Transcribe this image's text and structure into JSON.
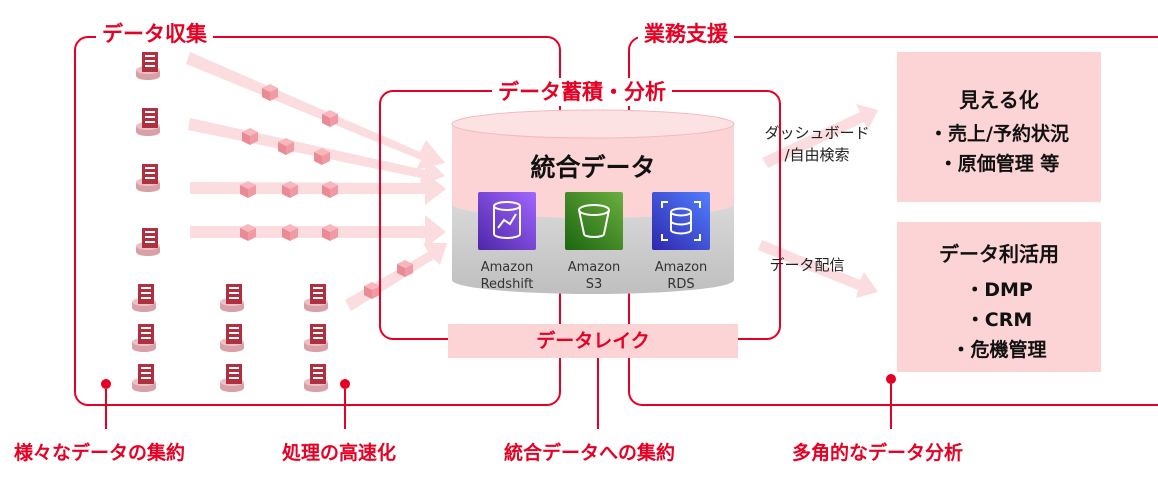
{
  "sections": {
    "collect": "データ収集",
    "store": "データ蓄積・分析",
    "support": "業務支援"
  },
  "cylinder": {
    "title": "統合データ",
    "services": [
      {
        "line1": "Amazon",
        "line2": "Redshift",
        "color": "#8c4fff"
      },
      {
        "line1": "Amazon",
        "line2": "S3",
        "color": "#3f8624"
      },
      {
        "line1": "Amazon",
        "line2": "RDS",
        "color": "#3b48cc"
      }
    ]
  },
  "lake": "データレイク",
  "flows": {
    "dashboard_1": "ダッシュボード",
    "dashboard_2": "/自由検索",
    "distribution": "データ配信"
  },
  "visualize": {
    "title": "見える化",
    "items": [
      "・売上/予約状況",
      "・原価管理 等"
    ]
  },
  "utilize": {
    "title": "データ利活用",
    "items": [
      "・DMP",
      "・CRM",
      "・危機管理"
    ]
  },
  "benefits": [
    "様々なデータの集約",
    "処理の高速化",
    "統合データへの集約",
    "多角的なデータ分析"
  ],
  "colors": {
    "accent": "#e60023",
    "pink": "#fcd4d6",
    "server": "#b03040"
  },
  "icons": [
    "database-server-icon",
    "data-cube-icon",
    "redshift-icon",
    "s3-bucket-icon",
    "rds-icon"
  ]
}
